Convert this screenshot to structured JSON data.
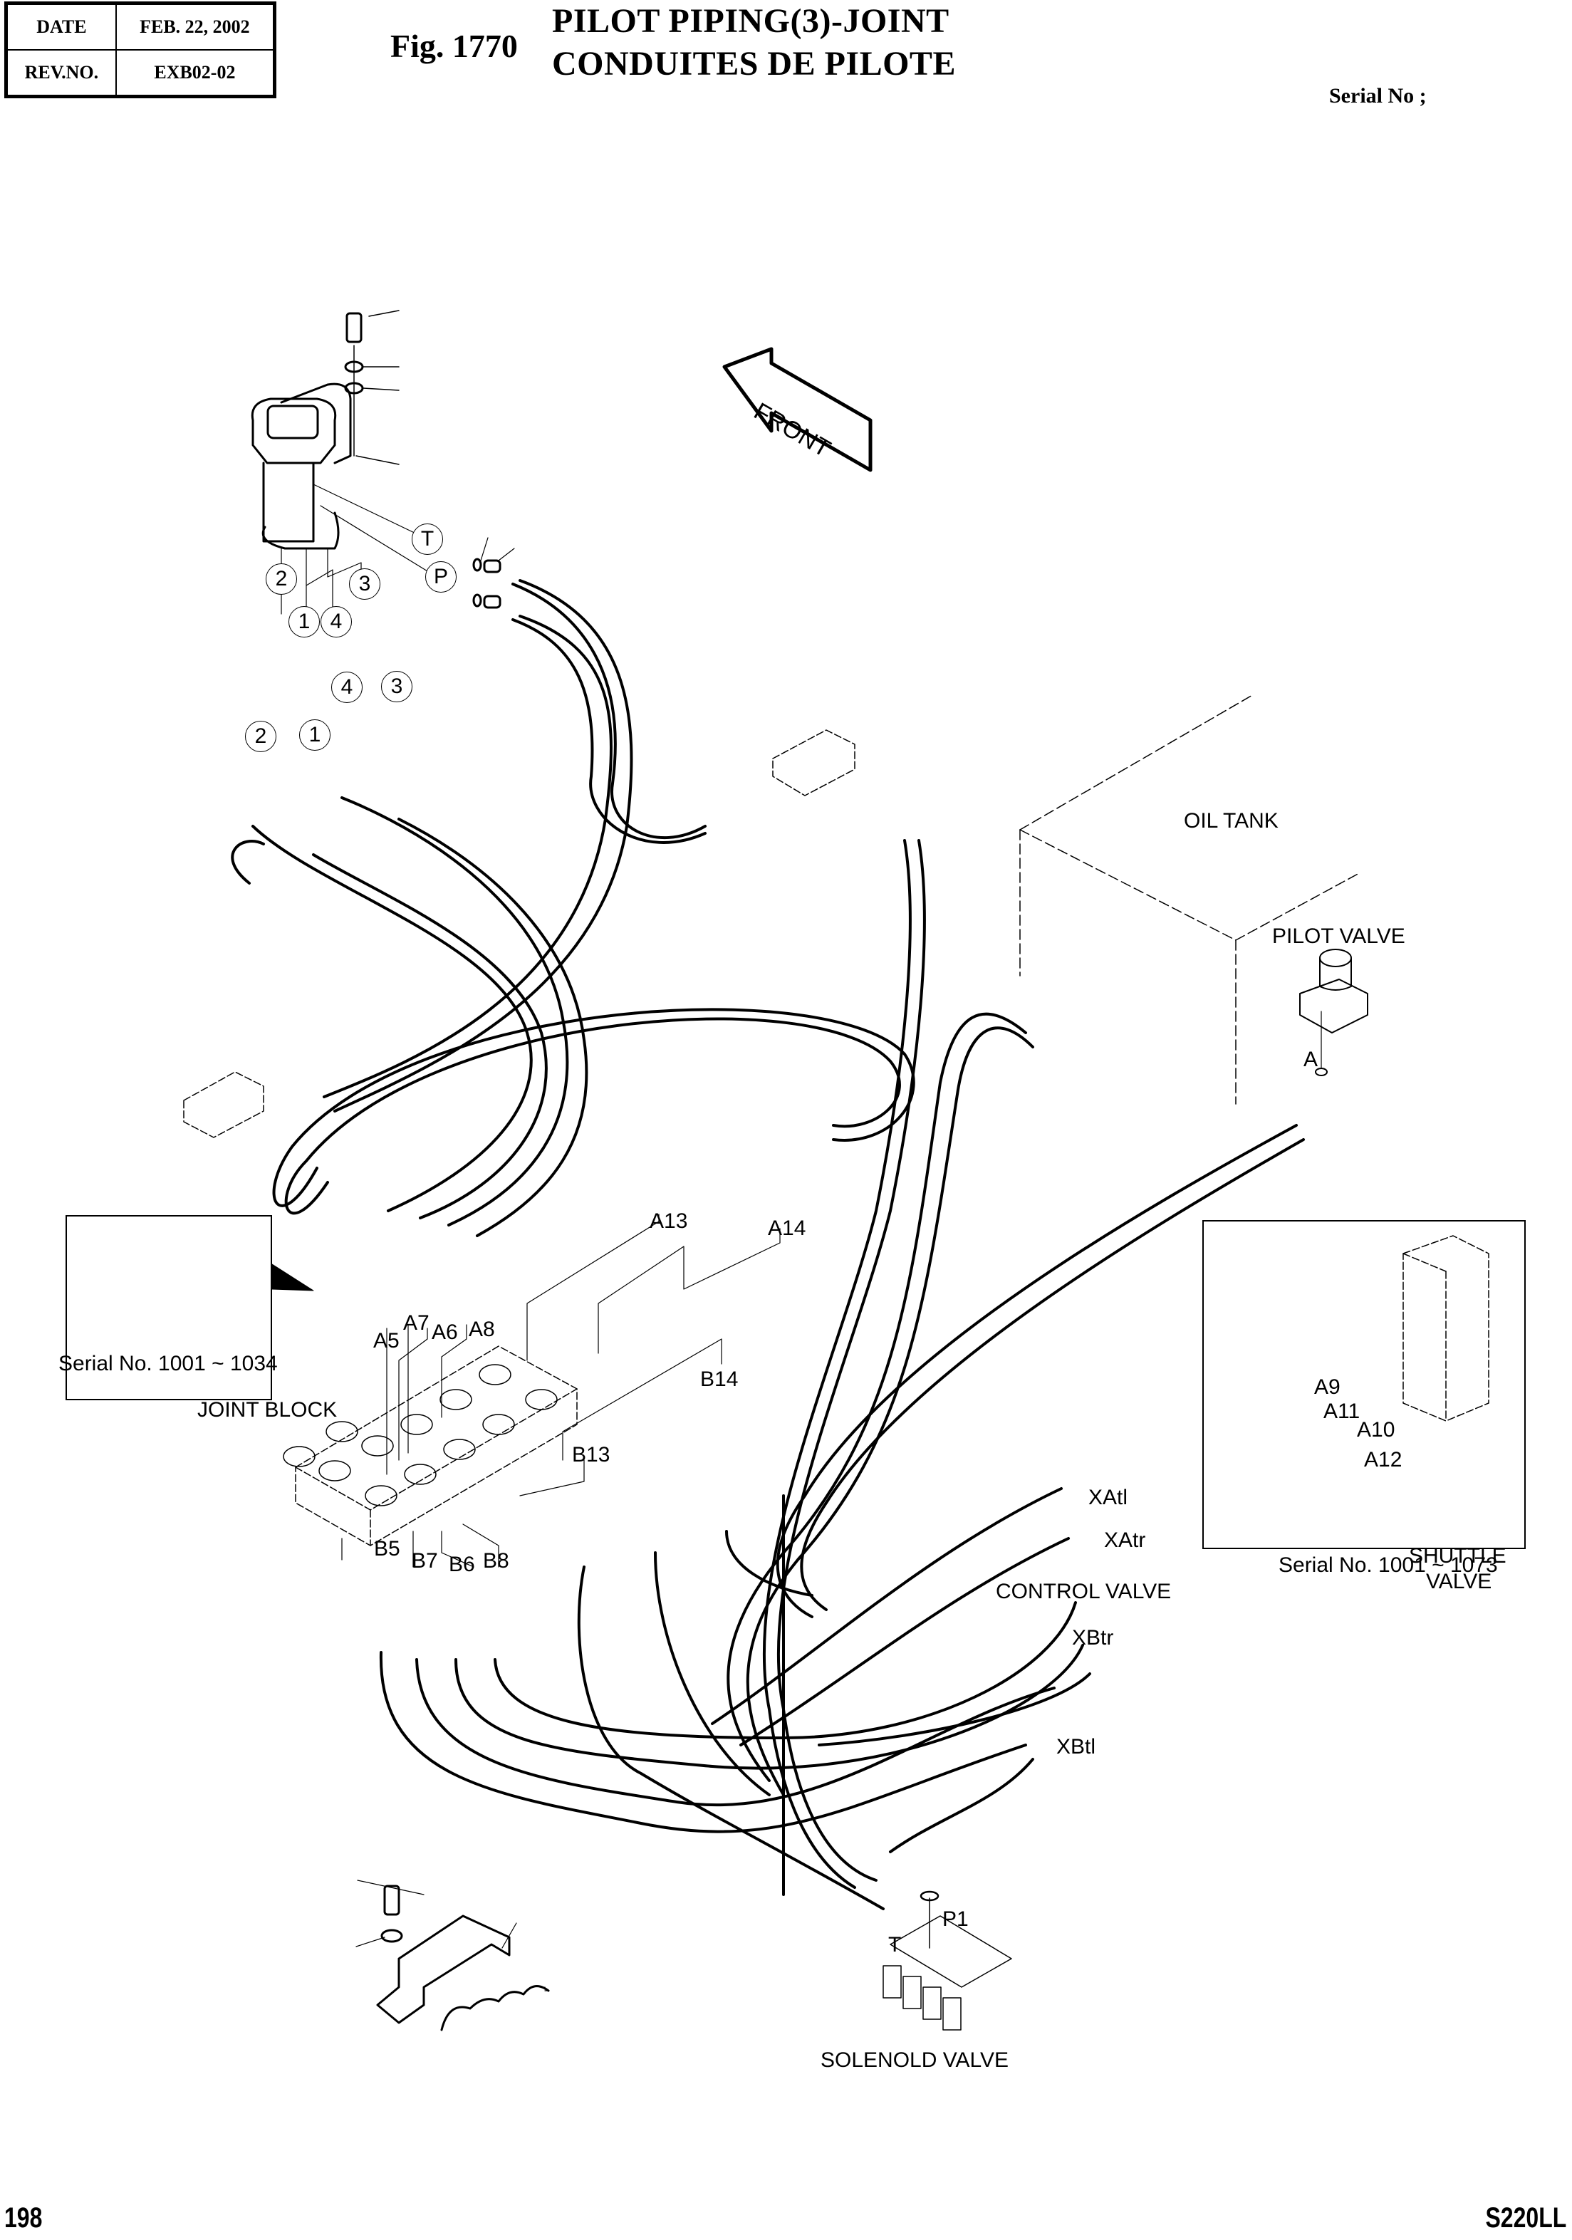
{
  "header": {
    "date_label": "DATE",
    "date_value": "FEB. 22, 2002",
    "rev_label": "REV.NO.",
    "rev_value": "EXB02-02",
    "figure_number": "Fig. 1770",
    "title_en": "PILOT PIPING(3)-JOINT",
    "title_fr": "CONDUITES DE PILOTE",
    "serial_label": "Serial No ;"
  },
  "footer": {
    "page_number": "198",
    "model": "S220LL"
  },
  "diagram": {
    "direction_arrow": "FRONT",
    "components": {
      "oil_tank": "OIL TANK",
      "pilot_valve": "PILOT VALVE",
      "joint_block": "JOINT BLOCK",
      "control_valve": "CONTROL VALVE",
      "shuttle_valve": "SHUTTLE VALVE",
      "shuttle_valve_line1": "SHUTTLE",
      "shuttle_valve_line2": "VALVE",
      "solenoid_valve": "SOLENOLD VALVE"
    },
    "circled_ports_top": [
      "T",
      "P",
      "2",
      "3",
      "1",
      "4"
    ],
    "circled_ports_mid": [
      "4",
      "3",
      "2",
      "1"
    ],
    "port_labels": {
      "pilot_valve_a": "A",
      "a5": "A5",
      "a6": "A6",
      "a7": "A7",
      "a8": "A8",
      "a9": "A9",
      "a10": "A10",
      "a11": "A11",
      "a12": "A12",
      "a13": "A13",
      "a14": "A14",
      "b5": "B5",
      "b6": "B6",
      "b7": "B7",
      "b8": "B8",
      "b13": "B13",
      "b14": "B14",
      "xatl": "XAtl",
      "xatr": "XAtr",
      "xbtr": "XBtr",
      "xbtl": "XBtl",
      "p1": "P1",
      "t": "T"
    },
    "insets": [
      {
        "caption": "Serial No. 1001 ~ 1034"
      },
      {
        "caption": "Serial No. 1001 ~ 1073"
      }
    ]
  }
}
